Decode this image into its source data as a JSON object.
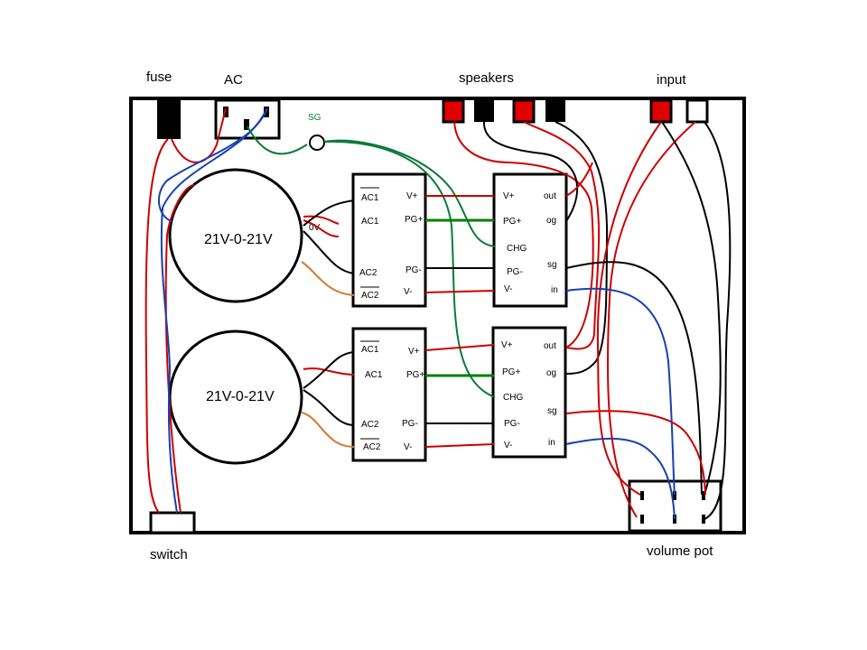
{
  "labels": {
    "fuse": "fuse",
    "ac": "AC",
    "speakers": "speakers",
    "input": "input",
    "switch": "switch",
    "volume_pot": "volume pot",
    "sg": "SG",
    "zero_v": "0V"
  },
  "transformers": [
    {
      "label": "21V-0-21V"
    },
    {
      "label": "21V-0-21V"
    }
  ],
  "psu_boards": [
    {
      "left_pins": [
        "AC1",
        "AC1",
        "AC2",
        "AC2"
      ],
      "right_pins": [
        "V+",
        "PG+",
        "PG-",
        "V-"
      ]
    },
    {
      "left_pins": [
        "AC1",
        "AC1",
        "AC2",
        "AC2"
      ],
      "right_pins": [
        "V+",
        "PG+",
        "PG-",
        "V-"
      ]
    }
  ],
  "amp_boards": [
    {
      "left_pins": [
        "V+",
        "PG+",
        "CHG",
        "PG-",
        "V-"
      ],
      "right_pins": [
        "out",
        "og",
        "sg",
        "in"
      ]
    },
    {
      "left_pins": [
        "V+",
        "PG+",
        "CHG",
        "PG-",
        "V-"
      ],
      "right_pins": [
        "out",
        "og",
        "sg",
        "in"
      ]
    }
  ],
  "colors": {
    "red": "#cc0000",
    "blue": "#1a3fb0",
    "green": "#0a7a3a",
    "dark_green": "#008000",
    "orange": "#d8782a",
    "black": "#000000",
    "terminal_red": "#e00000"
  }
}
